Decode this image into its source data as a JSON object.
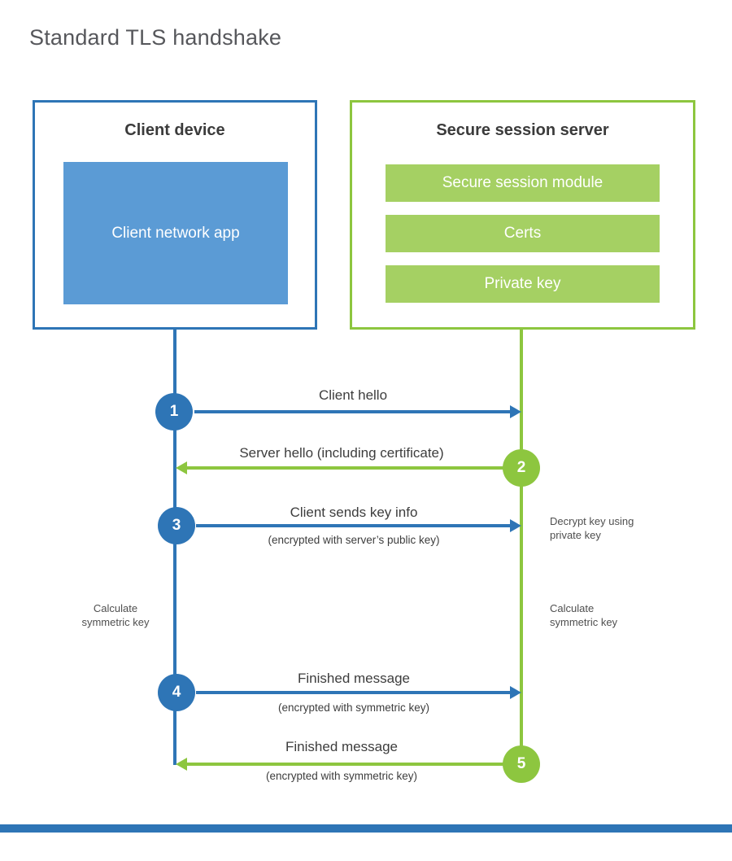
{
  "title": "Standard TLS handshake",
  "colors": {
    "blue": "#2e75b6",
    "blue_light": "#5b9bd5",
    "green": "#8dc63f",
    "green_light": "#a5d063"
  },
  "client": {
    "title": "Client device",
    "module": "Client network app"
  },
  "server": {
    "title": "Secure session server",
    "modules": [
      "Secure session module",
      "Certs",
      "Private key"
    ]
  },
  "steps": [
    {
      "num": "1",
      "label": "Client hello"
    },
    {
      "num": "2",
      "label": "Server hello (including certificate)"
    },
    {
      "num": "3",
      "label": "Client sends key info",
      "sub": "(encrypted with server’s public key)"
    },
    {
      "num": "4",
      "label": "Finished message",
      "sub": "(encrypted with symmetric key)"
    },
    {
      "num": "5",
      "label": "Finished message",
      "sub": "(encrypted with symmetric key)"
    }
  ],
  "notes": {
    "decrypt_key": "Decrypt key using private key",
    "calculate_left": "Calculate symmetric key",
    "calculate_right": "Calculate symmetric key"
  }
}
